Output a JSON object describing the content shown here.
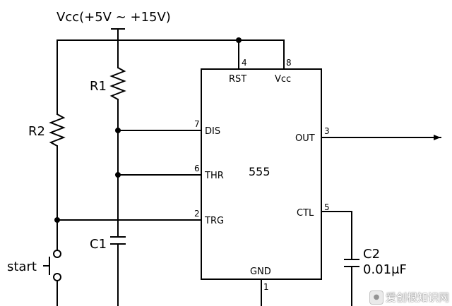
{
  "supply": {
    "label": "Vcc(+5V ~ +15V)"
  },
  "components": {
    "r1": "R1",
    "r2": "R2",
    "c1": "C1",
    "c2": "C2",
    "c2_value": "0.01μF",
    "start_switch": "start"
  },
  "chip": {
    "name": "555",
    "pins": [
      {
        "key": "rst",
        "label": "RST",
        "number": "4"
      },
      {
        "key": "vcc",
        "label": "Vcc",
        "number": "8"
      },
      {
        "key": "dis",
        "label": "DIS",
        "number": "7"
      },
      {
        "key": "thr",
        "label": "THR",
        "number": "6"
      },
      {
        "key": "trg",
        "label": "TRG",
        "number": "2"
      },
      {
        "key": "out",
        "label": "OUT",
        "number": "3"
      },
      {
        "key": "ctl",
        "label": "CTL",
        "number": "5"
      },
      {
        "key": "gnd",
        "label": "GND",
        "number": "1"
      }
    ]
  },
  "watermark": {
    "text": "爱创根知识网"
  }
}
